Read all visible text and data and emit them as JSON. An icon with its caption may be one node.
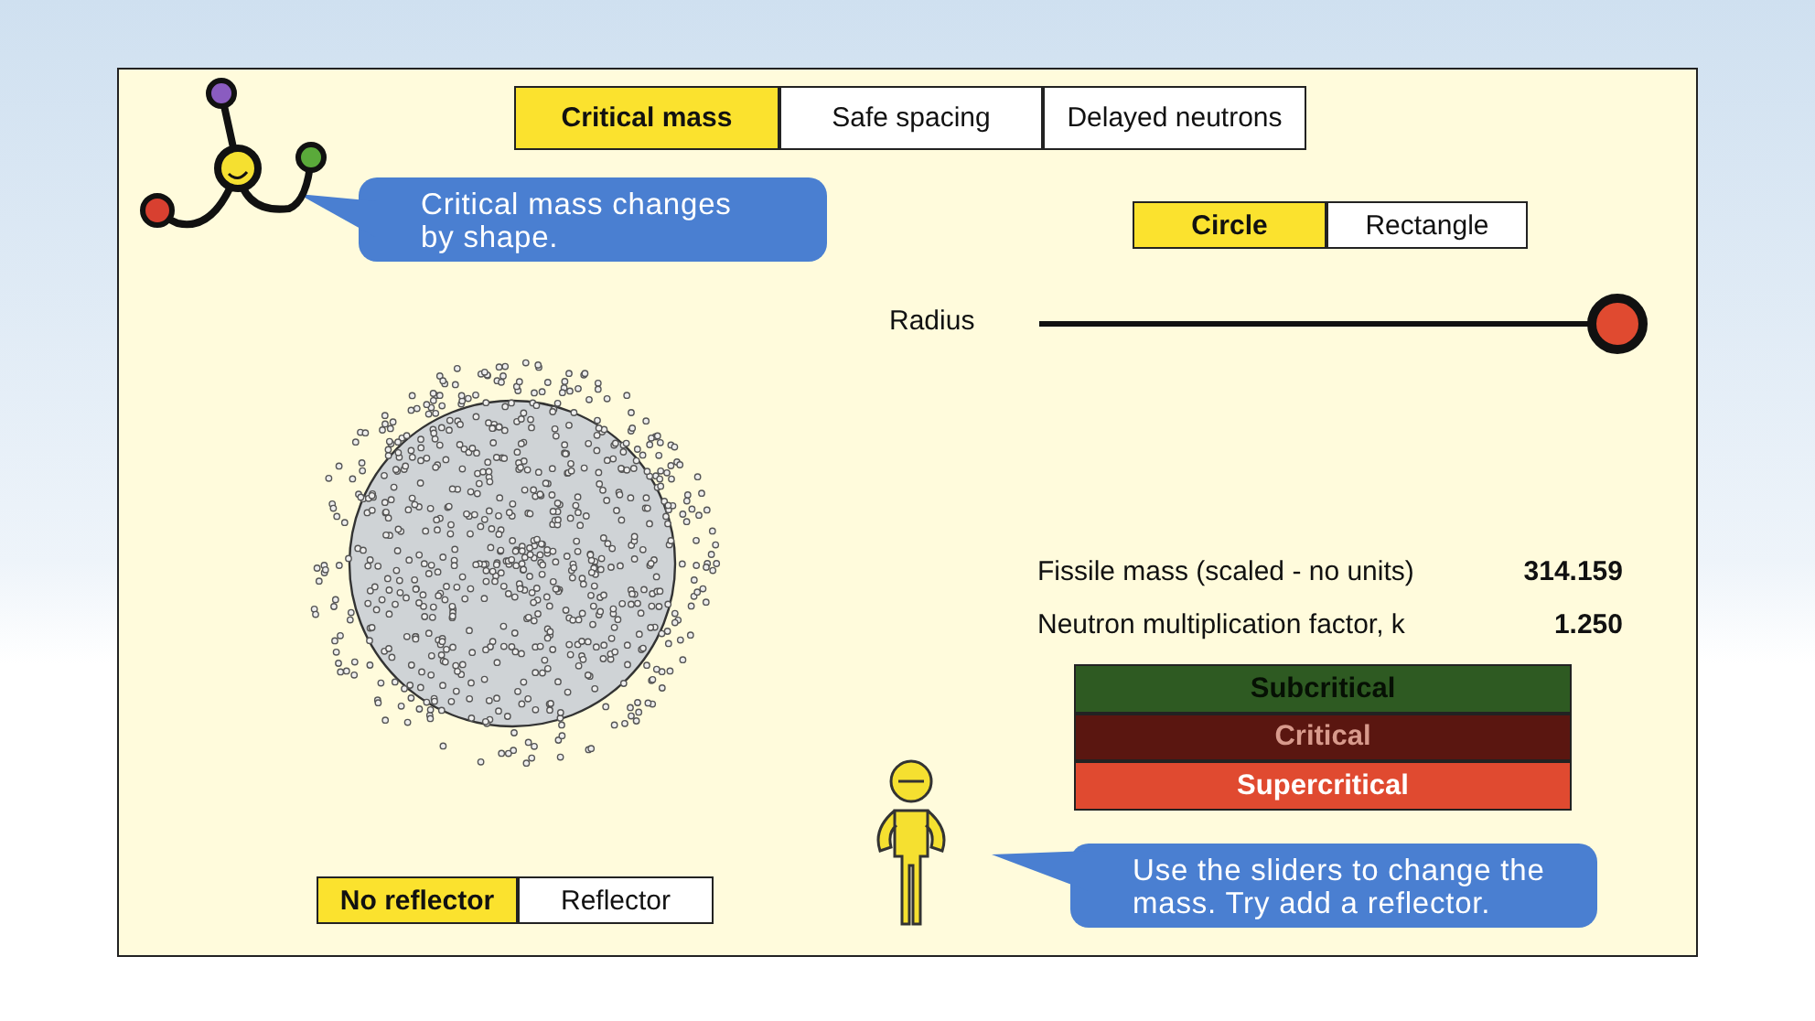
{
  "diagram": {
    "nodes": [
      {
        "text": [
          "Critical mass changes by shape."
        ]
      },
      {
        "text": [
          "Use the sliders to change the mass. Try add a reflector."
        ]
      }
    ],
    "labels": [
      "Critical mass",
      "Safe spacing",
      "Delayed neutrons",
      "Circle",
      "Rectangle",
      "Radius",
      "Fissile mass (scaled - no units)",
      "314.159",
      "Neutron multiplication factor, k",
      "1.250",
      "Subcritical",
      "Critical",
      "Supercritical",
      "No reflector",
      "Reflector"
    ]
  }
}
